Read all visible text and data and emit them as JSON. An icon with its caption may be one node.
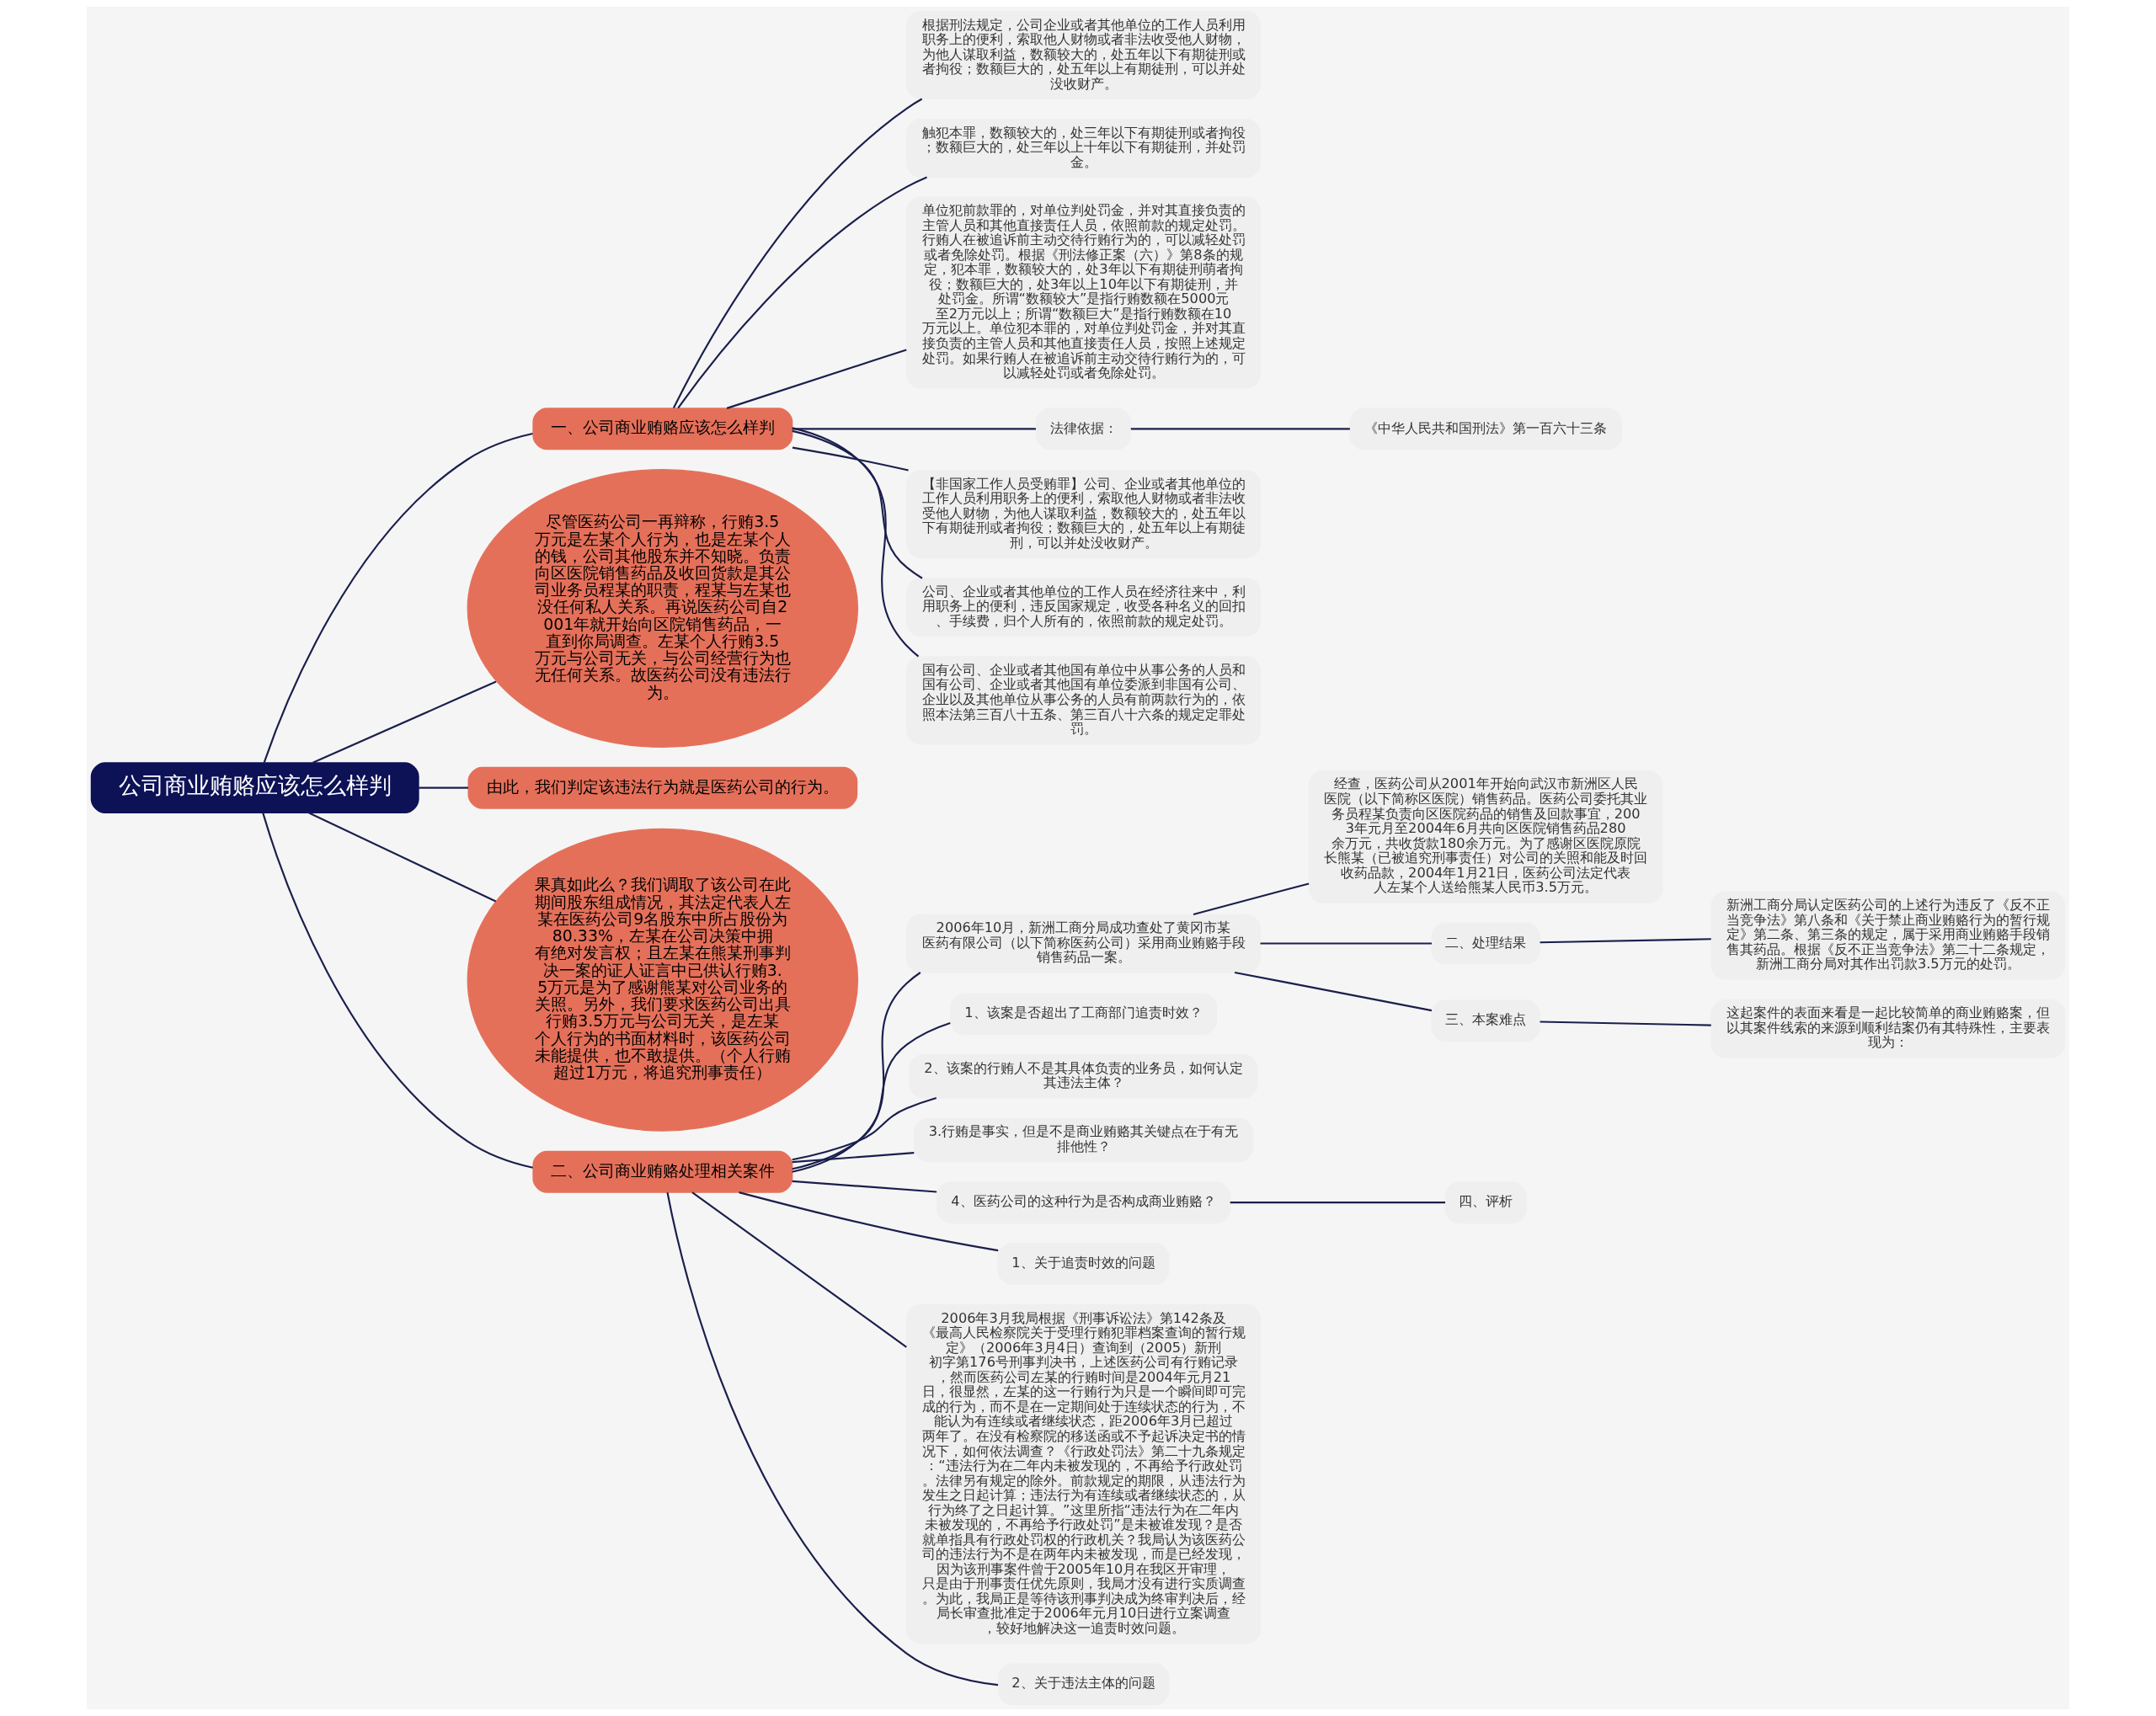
{
  "diagram": {
    "nodes": [
      {
        "text": [
          "公司商业贿赂应该怎么样判"
        ]
      },
      {
        "text": [
          "一、公司商业贿赂应该怎么样判"
        ]
      },
      {
        "text": [
          "根据刑法规定，公司企业或者其他单位的工作人员利用职务上的便利，索取他人财物或者非法收受他人财物，为他人谋取利益，数额较大的，处五年以下有期徒刑或者拘役；数额巨大的，处五年以上有期徒刑，可以并处没收财产。"
        ]
      },
      {
        "text": [
          "触犯本罪，数额较大的，处三年以下有期徒刑或者拘役；数额巨大的，处三年以上十年以下有期徒刑，并处罚金。"
        ]
      },
      {
        "text": [
          "单位犯前款罪的，对单位判处罚金，并对其直接负责的主管人员和其他直接责任人员，依照前款的规定处罚。行贿人在被追诉前主动交待行贿行为的，可以减轻处罚或者免除处罚。根据《刑法修正案（六）》第8条的规定，犯本罪，数额较大的，处3年以下有期徒刑萌者拘役；数额巨大的，处3年以上10年以下有期徒刑，并处罚金。所谓“数额较大”是指行贿数额在5000元至2万元以上；所谓“数额巨大”是指行贿数额在10万元以上。单位犯本罪的，对单位判处罚金，并对其直接负责的主管人员和其他直接责任人员，按照上述规定处罚。如果行贿人在被追诉前主动交待行贿行为的，可以减轻处罚或者免除处罚。"
        ]
      },
      {
        "text": [
          "法律依据："
        ]
      },
      {
        "text": [
          "《中华人民共和国刑法》第一百六十三条"
        ]
      },
      {
        "text": [
          "【非国家工作人员受贿罪】公司、企业或者其他单位的工作人员利用职务上的便利，索取他人财物或者非法收受他人财物，为他人谋取利益，数额较大的，处五年以下有期徒刑或者拘役；数额巨大的，处五年以上有期徒刑，可以并处没收财产。"
        ]
      },
      {
        "text": [
          "公司、企业或者其他单位的工作人员在经济往来中，利用职务上的便利，违反国家规定，收受各种名义的回扣、手续费，归个人所有的，依照前款的规定处罚。"
        ]
      },
      {
        "text": [
          "国有公司、企业或者其他国有单位中从事公务的人员和国有公司、企业或者其他国有单位委派到非国有公司、企业以及其他单位从事公务的人员有前两款行为的，依照本法第三百八十五条、第三百八十六条的规定定罪处罚。"
        ]
      },
      {
        "text": [
          "尽管医药公司一再辩称，行贿3.5万元是左某个人行为，也是左某个人的钱，公司其他股东并不知晓。负责向区医院销售药品及收回货款是其公司业务员程某的职责，程某与左某也没任何私人关系。再说医药公司自2001年就开始向区院销售药品，一直到你局调查。左某个人行贿3.5万元与公司无关，与公司经营行为也无任何关系。故医药公司没有违法行为。"
        ]
      },
      {
        "text": [
          "由此，我们判定该违法行为就是医药公司的行为。"
        ]
      },
      {
        "text": [
          "果真如此么？我们调取了该公司在此期间股东组成情况，其法定代表人左某在医药公司9名股东中所占股份为80.33%，左某在公司决策中拥有绝对发言权；且左某在熊某刑事判决一案的证人证言中已供认行贿3.5万元是为了感谢熊某对公司业务的关照。另外，我们要求医药公司出具行贿3.5万元与公司无关，是左某个人行为的书面材料时，该医药公司未能提供，也不敢提供。（个人行贿超过1万元，将追究刑事责任）"
        ]
      },
      {
        "text": [
          "二、公司商业贿赂处理相关案件"
        ]
      },
      {
        "text": [
          "2006年10月，新洲工商分局成功查处了黄冈市某医药有限公司（以下简称医药公司）采用商业贿赂手段销售药品一案。"
        ]
      },
      {
        "text": [
          "经查，医药公司从2001年开始向武汉市新洲区人民医院（以下简称区医院）销售药品。医药公司委托其业务员程某负责向区医院药品的销售及回款事宜，2003年元月至2004年6月共向区医院销售药品280余万元，共收货款180余万元。为了感谢区医院原院长熊某（已被追究刑事责任）对公司的关照和能及时回收药品款，2004年1月21日，医药公司法定代表人左某个人送给熊某人民币3.5万元。"
        ]
      },
      {
        "text": [
          "二、处理结果"
        ]
      },
      {
        "text": [
          "新洲工商分局认定医药公司的上述行为违反了《反不正当竞争法》第八条和《关于禁止商业贿赂行为的暂行规定》第二条、第三条的规定，属于采用商业贿赂手段销售其药品。根据《反不正当竞争法》第二十二条规定，新洲工商分局对其作出罚款3.5万元的处罚。"
        ]
      },
      {
        "text": [
          "三、本案难点"
        ]
      },
      {
        "text": [
          "这起案件的表面来看是一起比较简单的商业贿赂案，但以其案件线索的来源到顺利结案仍有其特殊性，主要表现为："
        ]
      },
      {
        "text": [
          "1、该案是否超出了工商部门追责时效？"
        ]
      },
      {
        "text": [
          "2、该案的行贿人不是其具体负责的业务员，如何认定其违法主体？"
        ]
      },
      {
        "text": [
          "3.行贿是事实，但是不是商业贿赂其关键点在于有无排他性？"
        ]
      },
      {
        "text": [
          "4、医药公司的这种行为是否构成商业贿赂？"
        ]
      },
      {
        "text": [
          "四、评析"
        ]
      },
      {
        "text": [
          "1、关于追责时效的问题"
        ]
      },
      {
        "text": [
          "2006年3月我局根据《刑事诉讼法》第142条及《最高人民检察院关于受理行贿犯罪档案查询的暂行规定》（2006年3月4日）查询到（2005）新刑初字第176号刑事判决书，上述医药公司有行贿记录，然而医药公司左某的行贿时间是2004年元月21日，很显然，左某的这一行贿行为只是一个瞬间即可完成的行为，而不是在一定期间处于连续状态的行为，不能认为有连续或者继续状态，距2006年3月已超过两年了。在没有检察院的移送函或不予起诉决定书的情况下，如何依法调查？《行政处罚法》第二十九条规定：“违法行为在二年内未被发现的，不再给予行政处罚。法律另有规定的除外。前款规定的期限，从违法行为发生之日起计算；违法行为有连续或者继续状态的，从行为终了之日起计算。”这里所指“违法行为在二年内未被发现的，不再给予行政处罚”是未被谁发现？是否就单指具有行政处罚权的行政机关？我局认为该医药公司的违法行为不是在两年内未被发现，而是已经发现，因为该刑事案件曾于2005年10月在我区开审理，只是由于刑事责任优先原则，我局才没有进行实质调查。为此，我局正是等待该刑事判决成为终审判决后，经局长审查批准定于2006年元月10日进行立案调查，较好地解决这一追责时效问题。"
        ]
      },
      {
        "text": [
          "2、关于违法主体的问题"
        ]
      }
    ],
    "edges": [
      {
        "from": 0,
        "to": 1,
        "arrow": "none"
      },
      {
        "from": 1,
        "to": 2,
        "arrow": "none"
      },
      {
        "from": 1,
        "to": 3,
        "arrow": "none"
      },
      {
        "from": 1,
        "to": 4,
        "arrow": "none"
      },
      {
        "from": 1,
        "to": 5,
        "arrow": "none"
      },
      {
        "from": 5,
        "to": 6,
        "arrow": "none"
      },
      {
        "from": 1,
        "to": 7,
        "arrow": "none"
      },
      {
        "from": 1,
        "to": 8,
        "arrow": "none"
      },
      {
        "from": 1,
        "to": 9,
        "arrow": "none"
      },
      {
        "from": 0,
        "to": 10,
        "arrow": "none"
      },
      {
        "from": 0,
        "to": 11,
        "arrow": "none"
      },
      {
        "from": 0,
        "to": 12,
        "arrow": "none"
      },
      {
        "from": 0,
        "to": 13,
        "arrow": "none"
      },
      {
        "from": 13,
        "to": 14,
        "arrow": "none"
      },
      {
        "from": 14,
        "to": 15,
        "arrow": "none"
      },
      {
        "from": 14,
        "to": 16,
        "arrow": "none"
      },
      {
        "from": 16,
        "to": 17,
        "arrow": "none"
      },
      {
        "from": 14,
        "to": 18,
        "arrow": "none"
      },
      {
        "from": 18,
        "to": 19,
        "arrow": "none"
      },
      {
        "from": 13,
        "to": 20,
        "arrow": "none"
      },
      {
        "from": 13,
        "to": 21,
        "arrow": "none"
      },
      {
        "from": 13,
        "to": 22,
        "arrow": "none"
      },
      {
        "from": 13,
        "to": 23,
        "arrow": "none"
      },
      {
        "from": 23,
        "to": 24,
        "arrow": "none"
      },
      {
        "from": 13,
        "to": 25,
        "arrow": "none"
      },
      {
        "from": 13,
        "to": 26,
        "arrow": "none"
      },
      {
        "from": 13,
        "to": 27,
        "arrow": "none"
      }
    ]
  }
}
